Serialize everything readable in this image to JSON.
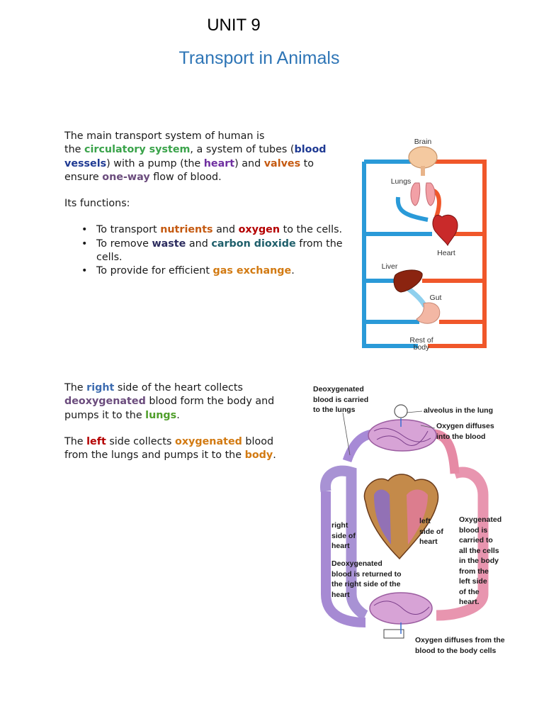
{
  "header": {
    "unit": "UNIT 9",
    "title": "Transport in Animals"
  },
  "intro": {
    "p1_a": "The main transport system of human is",
    "p1_b": "the ",
    "circulatory": "circulatory system",
    "p1_c": ", a system of tubes (",
    "vessels": "blood vessels",
    "p1_d": ") with a pump (the ",
    "heart": "heart",
    "p1_e": ") and ",
    "valves": "valves",
    "p1_f": " to ensure ",
    "oneway": "one-way",
    "p1_g": " flow of blood.",
    "functions_label": "Its functions:",
    "f1_a": "To transport ",
    "f1_nutrients": "nutrients",
    "f1_b": " and ",
    "f1_oxygen": "oxygen",
    "f1_c": " to the cells.",
    "f2_a": "To remove ",
    "f2_waste": "waste",
    "f2_b": " and ",
    "f2_co2": "carbon dioxide",
    "f2_c": " from the cells.",
    "f3_a": "To provide for efficient ",
    "f3_gas": "gas exchange",
    "f3_b": "."
  },
  "heart_text": {
    "p1_a": "The ",
    "right": "right",
    "p1_b": " side of the heart collects ",
    "deoxy": "deoxygenated",
    "p1_c": " blood form the body and pumps it to the ",
    "lungs": "lungs",
    "p1_d": ".",
    "p2_a": "The ",
    "left": "left",
    "p2_b": " side collects ",
    "oxy": "oxygenated",
    "p2_c": " blood from the lungs and pumps it to the ",
    "body": "body",
    "p2_d": "."
  },
  "diagram1": {
    "brain": "Brain",
    "lungs": "Lungs",
    "heart": "Heart",
    "liver": "Liver",
    "gut": "Gut",
    "rest1": "Rest of",
    "rest2": "body"
  },
  "diagram2": {
    "deoxy_carried_1": "Deoxygenated",
    "deoxy_carried_2": "blood is carried",
    "deoxy_carried_3": "to the lungs",
    "alveolus": "alveolus in the lung",
    "oxy_diffuses_1": "Oxygen diffuses",
    "oxy_diffuses_2": "into the blood",
    "right_1": "right",
    "right_2": "side of",
    "right_3": "heart",
    "left_1": "left",
    "left_2": "side of",
    "left_3": "heart",
    "oxy_carried_1": "Oxygenated",
    "oxy_carried_2": "blood is",
    "oxy_carried_3": "carried to",
    "oxy_carried_4": "all the cells",
    "oxy_carried_5": "in the body",
    "oxy_carried_6": "from the",
    "oxy_carried_7": "left side",
    "oxy_carried_8": "of the",
    "oxy_carried_9": "heart.",
    "returned_1": "Deoxygenated",
    "returned_2": "blood is returned to",
    "returned_3": "the right side of the",
    "returned_4": "heart",
    "body_cells_1": "Oxygen diffuses from the",
    "body_cells_2": "blood to the body cells"
  }
}
